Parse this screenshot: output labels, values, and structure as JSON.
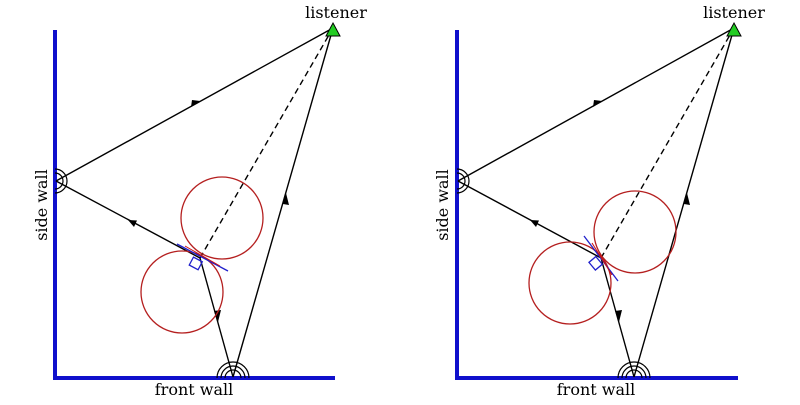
{
  "labels": {
    "listener": "listener",
    "side_wall": "side wall",
    "front_wall": "front wall"
  },
  "colors": {
    "wall": "#1010cc",
    "ray": "#000000",
    "circle": "#b52020",
    "listener_fill": "#22cc22",
    "tangent": "#2020cc",
    "tangent_alt": "#cc1010"
  },
  "icons": {
    "listener_marker": "green-triangle",
    "reflection_marker": "double-semicircle-arc",
    "speaker_marker": "small-rotated-square"
  }
}
